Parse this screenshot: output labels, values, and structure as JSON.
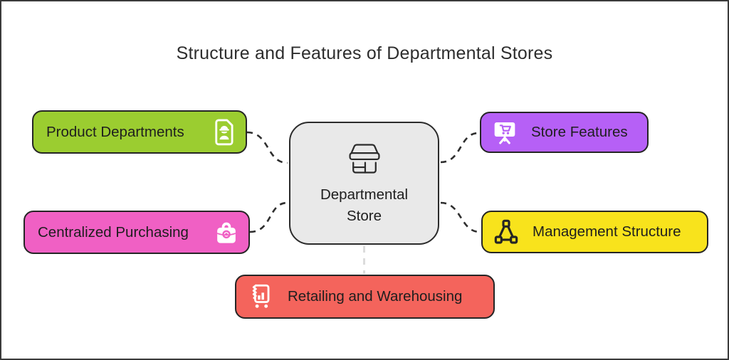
{
  "title": {
    "text": "Structure and Features of Departmental Stores",
    "color": "#2d2d2d"
  },
  "center_node": {
    "label": "Departmental Store",
    "icon": "storefront-icon",
    "fill": "#e9e9e9",
    "border_color": "#2b2b2b"
  },
  "nodes": [
    {
      "id": "product-departments",
      "label": "Product Departments",
      "icon": "worker-card-icon",
      "fill": "#9bcd30",
      "icon_side": "right",
      "position": "top-left"
    },
    {
      "id": "centralized-purchasing",
      "label": "Centralized Purchasing",
      "icon": "briefcase-icon",
      "fill": "#f060c4",
      "icon_side": "right",
      "position": "bottom-left"
    },
    {
      "id": "store-features",
      "label": "Store Features",
      "icon": "easel-cart-icon",
      "fill": "#b660f6",
      "icon_side": "left",
      "position": "top-right"
    },
    {
      "id": "management-structure",
      "label": "Management Structure",
      "icon": "org-chart-icon",
      "fill": "#f8e31c",
      "icon_side": "left",
      "position": "bottom-right"
    },
    {
      "id": "retailing-warehousing",
      "label": "Retailing and Warehousing",
      "icon": "trolley-chart-icon",
      "fill": "#f4645c",
      "icon_side": "left",
      "position": "bottom-center"
    }
  ],
  "connectors": {
    "style": "dashed",
    "color": "#2e2e2e",
    "light_color": "#dcdcdc"
  }
}
